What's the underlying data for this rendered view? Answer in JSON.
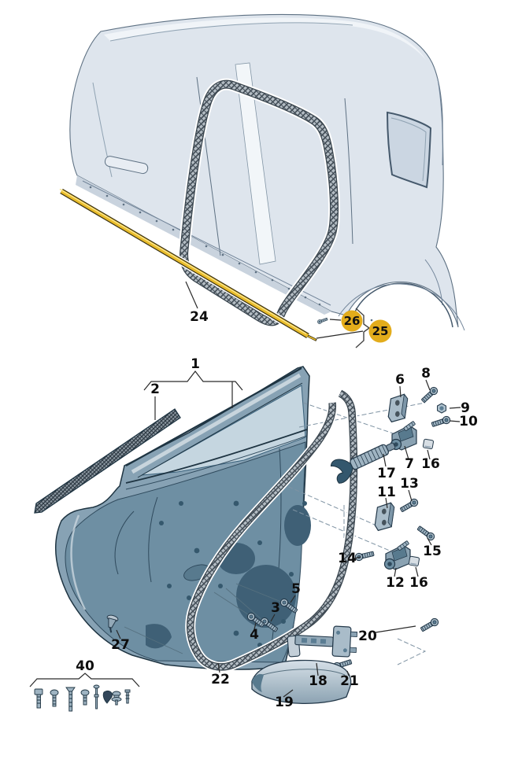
{
  "callouts": {
    "n1": "1",
    "n2": "2",
    "n3": "3",
    "n4": "4",
    "n5": "5",
    "n6": "6",
    "n7": "7",
    "n8": "8",
    "n9": "9",
    "n10": "10",
    "n11": "11",
    "n12": "12",
    "n13": "13",
    "n14": "14",
    "n15": "15",
    "n16a": "16",
    "n16b": "16",
    "n17": "17",
    "n18": "18",
    "n19": "19",
    "n20": "20",
    "n21": "21",
    "n22": "22",
    "n24": "24",
    "n27": "27",
    "n40": "40"
  },
  "highlighted_callouts": {
    "n25": "25",
    "n26": "26"
  },
  "colors": {
    "highlight_badge": "#E3AC1B",
    "molding_strip_gold": "#E9BC2B",
    "car_body_fill": "#DEE5ED",
    "door_fill": "#87A2B4",
    "outline": "#1E3442"
  }
}
